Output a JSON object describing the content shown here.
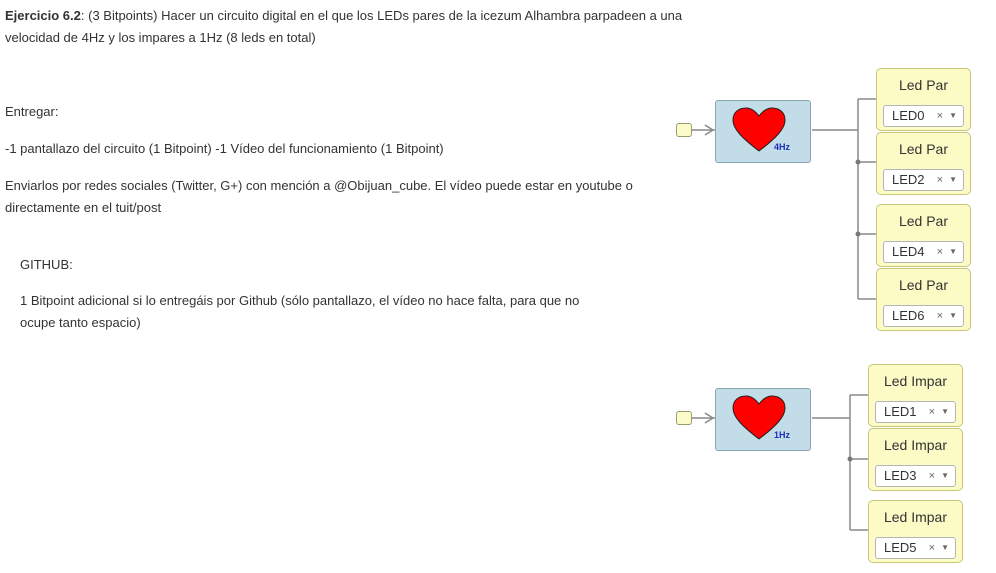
{
  "exercise": {
    "title_bold": "Ejercicio 6.2",
    "title_rest_line1": ": (3 Bitpoints) Hacer un circuito digital en el que los LEDs pares de la icezum Alhambra parpadeen a una",
    "title_line2": "velocidad de 4Hz y los impares a 1Hz (8 leds en total)",
    "entregar": "Entregar:",
    "deliverables": "-1 pantallazo del circuito (1 Bitpoint) -1 Vídeo del funcionamiento (1 Bitpoint)",
    "send_line1": "Enviarlos por redes sociales (Twitter, G+) con mención a @Obijuan_cube. El vídeo puede estar en youtube o",
    "send_line2": "directamente en el tuit/post",
    "github_title": "GITHUB:",
    "github_line1": "1 Bitpoint adicional si lo entregáis por Github (sólo pantallazo, el vídeo no hace falta, para que no",
    "github_line2": "ocupe tanto espacio)"
  },
  "circuit": {
    "heart_color": "#ff0000",
    "block_top": {
      "freq": "4Hz"
    },
    "block_bottom": {
      "freq": "1Hz"
    },
    "leds_par": [
      {
        "label": "Led Par",
        "value": "LED0"
      },
      {
        "label": "Led Par",
        "value": "LED2"
      },
      {
        "label": "Led Par",
        "value": "LED4"
      },
      {
        "label": "Led Par",
        "value": "LED6"
      }
    ],
    "leds_impar": [
      {
        "label": "Led Impar",
        "value": "LED1"
      },
      {
        "label": "Led Impar",
        "value": "LED3"
      },
      {
        "label": "Led Impar",
        "value": "LED5"
      }
    ],
    "clear_glyph": "×",
    "caret_glyph": "▼"
  }
}
